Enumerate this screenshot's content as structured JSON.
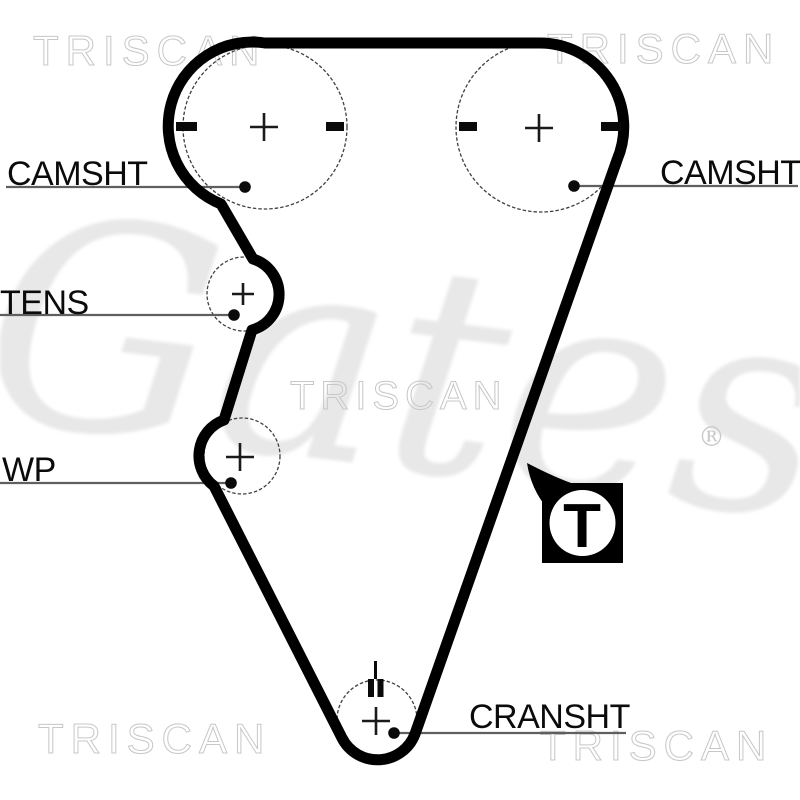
{
  "diagram": {
    "labels": {
      "camshaft_left": "CAMSHT",
      "camshaft_right": "CAMSHT",
      "tensioner": "TENS",
      "water_pump": "WP",
      "crankshaft": "CRANSHT"
    },
    "t_marker_letter": "T"
  },
  "watermarks": {
    "brand": "TRISCAN",
    "logo": "Gates",
    "registered": "®"
  },
  "colors": {
    "background": "#ffffff",
    "belt": "#000000",
    "label_text": "#0b0b0b",
    "leader_line": "#5f5f5f",
    "pulley_outline": "#404040",
    "triscan_outline": "#c7c7c7",
    "gates_grey": "#e8e8e8"
  }
}
